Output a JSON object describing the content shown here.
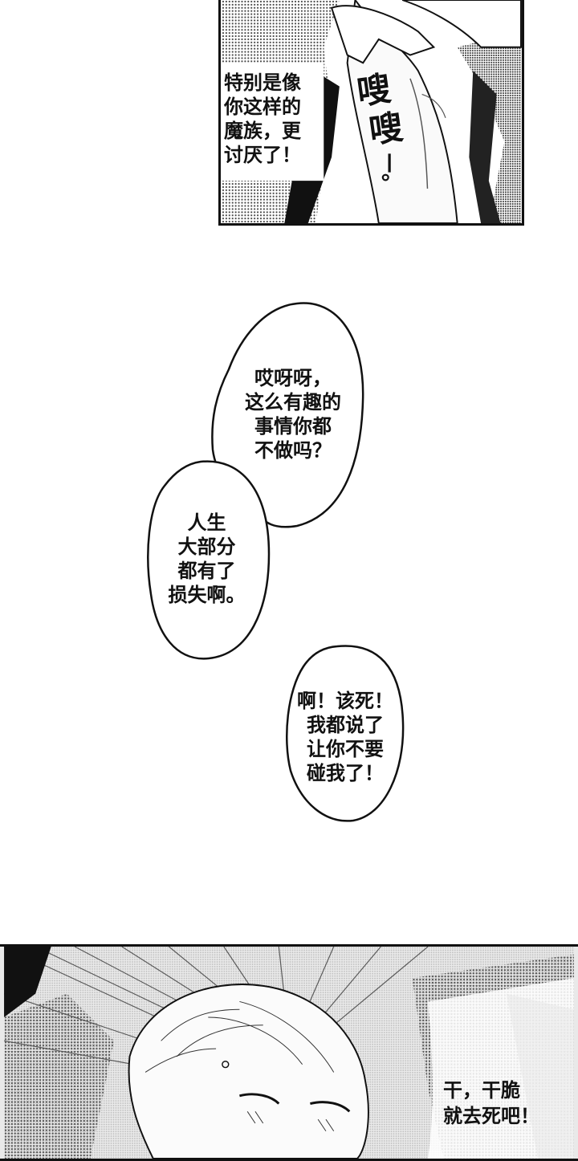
{
  "panel_top": {
    "dialogue": "特别是像\n你这样的\n魔族，更\n讨厌了！",
    "sfx_1": "嗖",
    "sfx_2": "嗖",
    "sfx_trail": "—。"
  },
  "bubbles": {
    "b1": "哎呀呀，\n这么有趣的\n事情你都\n不做吗？",
    "b2": "人生\n大部分\n都有了\n损失啊。",
    "b3": "啊！该死！\n我都说了\n让你不要\n碰我了！"
  },
  "panel_bottom": {
    "dialogue": "干，干脆\n就去死吧！"
  }
}
